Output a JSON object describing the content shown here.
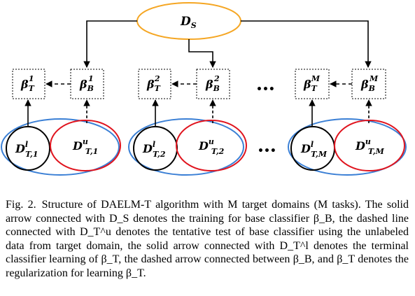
{
  "diagram": {
    "source": {
      "letter": "D",
      "sub": "S"
    },
    "groups": [
      {
        "index": "1",
        "beta_t": {
          "base": "β",
          "sub": "T",
          "sup": "1"
        },
        "beta_b": {
          "base": "β",
          "sub": "B",
          "sup": "1"
        },
        "labeled": {
          "base": "D",
          "sup": "l",
          "sub": "T,1"
        },
        "unlabeled": {
          "base": "D",
          "sup": "u",
          "sub": "T,1"
        }
      },
      {
        "index": "2",
        "beta_t": {
          "base": "β",
          "sub": "T",
          "sup": "2"
        },
        "beta_b": {
          "base": "β",
          "sub": "B",
          "sup": "2"
        },
        "labeled": {
          "base": "D",
          "sup": "l",
          "sub": "T,2"
        },
        "unlabeled": {
          "base": "D",
          "sup": "u",
          "sub": "T,2"
        }
      },
      {
        "index": "M",
        "beta_t": {
          "base": "β",
          "sub": "T",
          "sup": "M"
        },
        "beta_b": {
          "base": "β",
          "sub": "B",
          "sup": "M"
        },
        "labeled": {
          "base": "D",
          "sup": "l",
          "sub": "T,M"
        },
        "unlabeled": {
          "base": "D",
          "sup": "u",
          "sub": "T,M"
        }
      }
    ],
    "ellipsis": "•••",
    "colors": {
      "source_ellipse": "#f5a623",
      "outer_ellipse": "#3a7fd5",
      "labeled_circle": "#000000",
      "unlabeled_circle": "#e0141e"
    }
  },
  "caption": {
    "fig_label": "Fig. 2.",
    "text": "Structure of DAELM-T algorithm with M target domains (M tasks). The solid arrow connected with D_S denotes the training for base classifier β_B, the dashed line connected with D_T^u denotes the tentative test of base classifier using the unlabeled data from target domain, the solid arrow connected with D_T^l denotes the terminal classifier learning of β_T, the dashed arrow connected between β_B, and β_T denotes the regularization for learning β_T."
  }
}
